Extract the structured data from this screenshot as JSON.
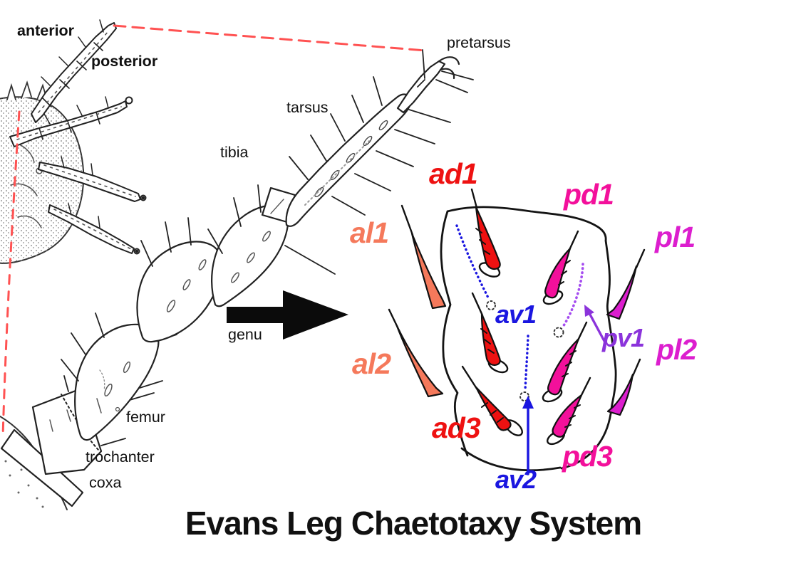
{
  "figure_title": "Evans Leg Chaetotaxy System",
  "colors": {
    "red": "#ee1111",
    "salmon": "#f5795b",
    "pink": "#f3109b",
    "magenta": "#dc1ece",
    "violet": "#8b33db",
    "purple_dotted": "#a44bf0",
    "blue": "#1a16e0",
    "guide_red": "#ff5252",
    "ink": "#141414"
  },
  "orientation": {
    "anterior": "anterior",
    "posterior": "posterior"
  },
  "segments": {
    "pretarsus": "pretarsus",
    "tarsus": "tarsus",
    "tibia": "tibia",
    "genu": "genu",
    "femur": "femur",
    "trochanter": "trochanter",
    "coxa": "coxa"
  },
  "setae": {
    "ad1": "ad1",
    "ad3": "ad3",
    "al1": "al1",
    "al2": "al2",
    "av1": "av1",
    "av2": "av2",
    "pd1": "pd1",
    "pd3": "pd3",
    "pl1": "pl1",
    "pl2": "pl2",
    "pv1": "pv1"
  }
}
